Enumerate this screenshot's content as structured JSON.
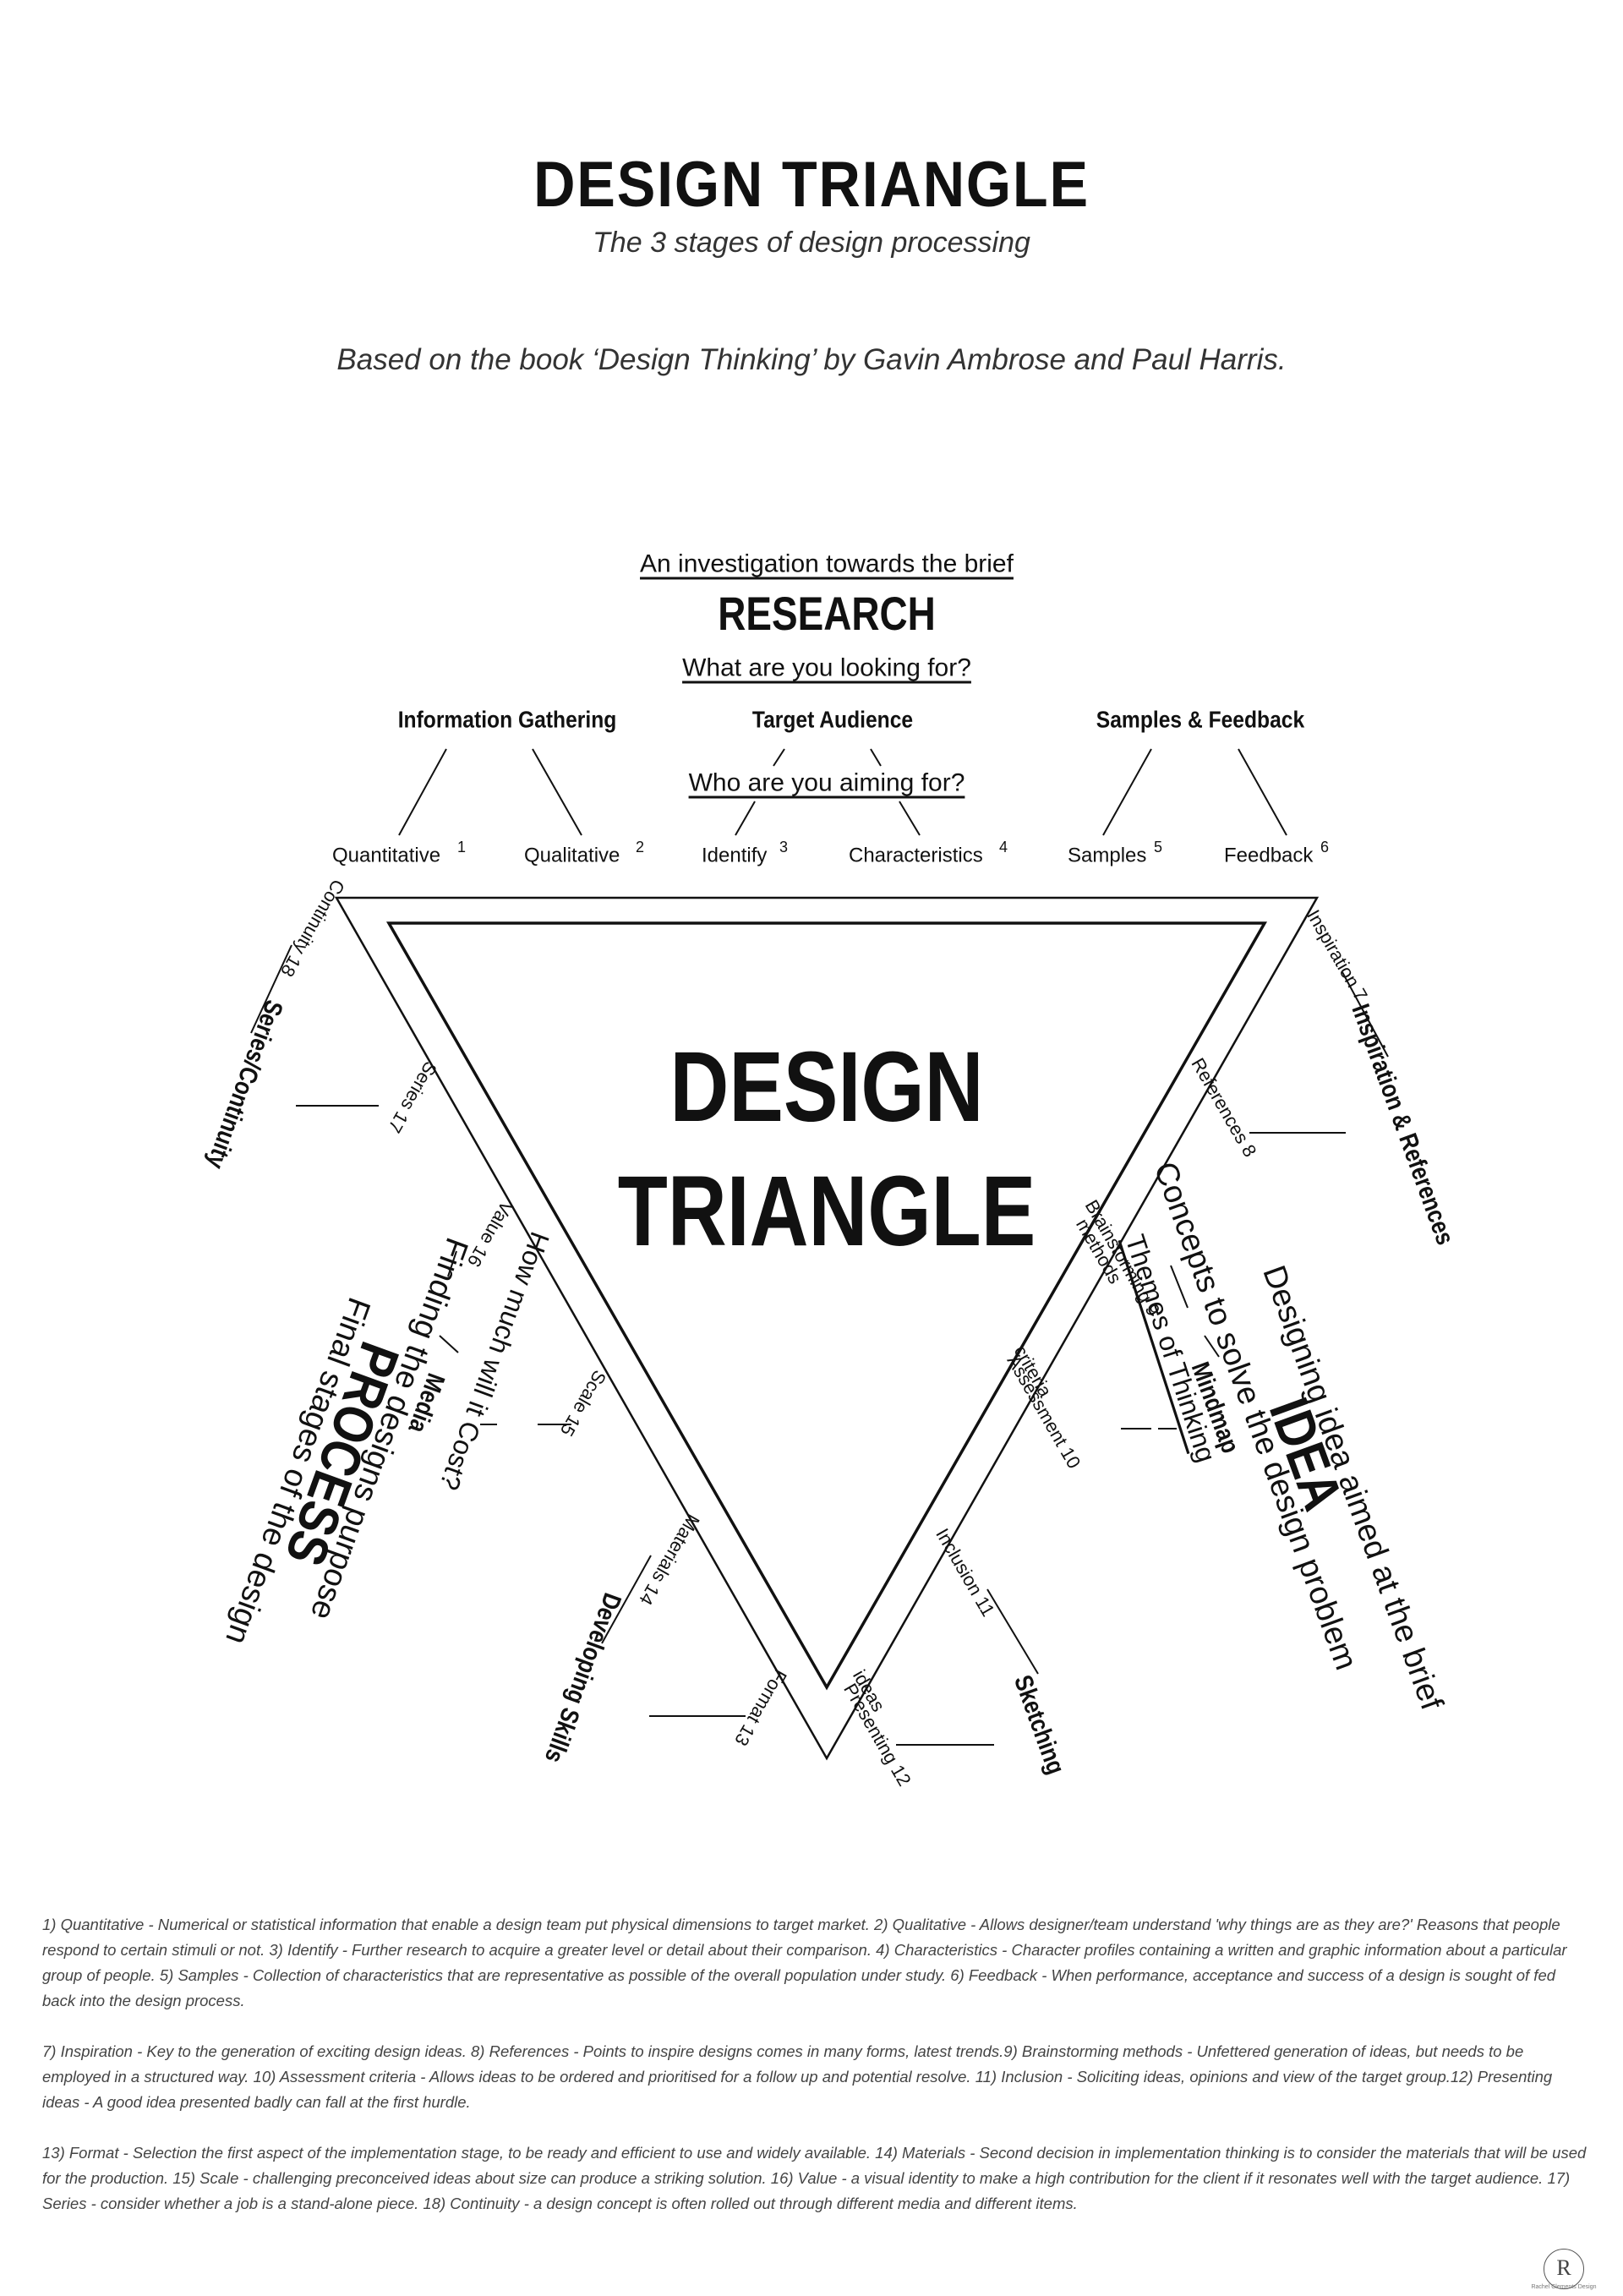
{
  "header": {
    "title": "DESIGN TRIANGLE",
    "subtitle": "The 3 stages of design processing",
    "based_on": "Based on the book ‘Design Thinking’ by Gavin Ambrose and Paul Harris."
  },
  "center": {
    "line1": "DESIGN",
    "line2": "TRIANGLE"
  },
  "research": {
    "tagline": "An investigation towards the brief",
    "title": "RESEARCH",
    "question": "What are you looking for?",
    "audience_question": "Who are you aiming for?",
    "categories": {
      "info": "Information Gathering",
      "audience": "Target Audience",
      "samples": "Samples & Feedback"
    },
    "items": [
      {
        "label": "Quantitative",
        "num": "1"
      },
      {
        "label": "Qualitative",
        "num": "2"
      },
      {
        "label": "Identify",
        "num": "3"
      },
      {
        "label": "Characteristics",
        "num": "4"
      },
      {
        "label": "Samples",
        "num": "5"
      },
      {
        "label": "Feedback",
        "num": "6"
      }
    ]
  },
  "idea": {
    "title": "IDEA",
    "phrase1": "Concepts to solve the design problem",
    "phrase2": "Designing idea aimed at the brief",
    "themes": "Themes of Thinking",
    "categories": {
      "inspiration": "Inspiration & References",
      "mindmap": "Mindmap",
      "sketching": "Sketching"
    },
    "items": {
      "inspiration": "Inspiration 7",
      "references": "References 8",
      "brainstorming_a": "Brainstorming 9",
      "brainstorming_b": "methods",
      "assessment_a": "Assessment 10",
      "assessment_b": "criteria",
      "inclusion": "Inclusion 11",
      "presenting_a": "Presenting 12",
      "presenting_b": "ideas"
    }
  },
  "process": {
    "title": "PROCESS",
    "phrase1": "Finding the designs purpose",
    "phrase2": "Final stages of the design",
    "cost": "How much will it Cost?",
    "categories": {
      "series": "Series/Continuity",
      "media": "Media",
      "developing": "Developing Skills"
    },
    "items": {
      "format": "Format 13",
      "materials": "Materials 14",
      "scale": "Scale 15",
      "value": "Value 16",
      "series": "Series 17",
      "continuity": "Continuity 18"
    }
  },
  "footnotes": [
    "1) Quantitative - Numerical or statistical information that enable a design team put physical dimensions to target market. 2) Qualitative - Allows designer/team understand 'why things are as they are?' Reasons that people respond to certain stimuli or not. 3) Identify - Further research to acquire a greater level or detail about their comparison. 4) Characteristics - Character profiles containing a written and graphic information about a particular group of people. 5) Samples - Collection of characteristics that are representative as possible of the overall population under study. 6) Feedback - When performance, acceptance and success of a design is sought of fed back into the design process.",
    "7) Inspiration - Key to the generation of exciting design ideas. 8) References - Points to inspire designs comes in many forms, latest trends.9) Brainstorming methods - Unfettered generation of ideas, but needs to be employed in a structured way. 10) Assessment criteria - Allows ideas to be ordered and prioritised for a follow up and potential resolve. 11) Inclusion - Soliciting ideas, opinions and view of the target group.12) Presenting ideas - A good idea presented badly can fall at the first hurdle.",
    "13) Format - Selection the first aspect of the implementation stage, to be ready and efficient to use and widely available. 14) Materials - Second decision in implementation thinking is to consider the materials that will be used for the production. 15) Scale - challenging preconceived ideas about size can produce a striking solution. 16) Value - a visual identity to make a high contribution for the client if it resonates well with the target audience. 17) Series - consider whether a job is a stand-alone piece. 18) Continuity - a design concept is often rolled out through different media and different items."
  ],
  "logo": {
    "mark": "R",
    "caption": "Rachel Clements Design"
  }
}
